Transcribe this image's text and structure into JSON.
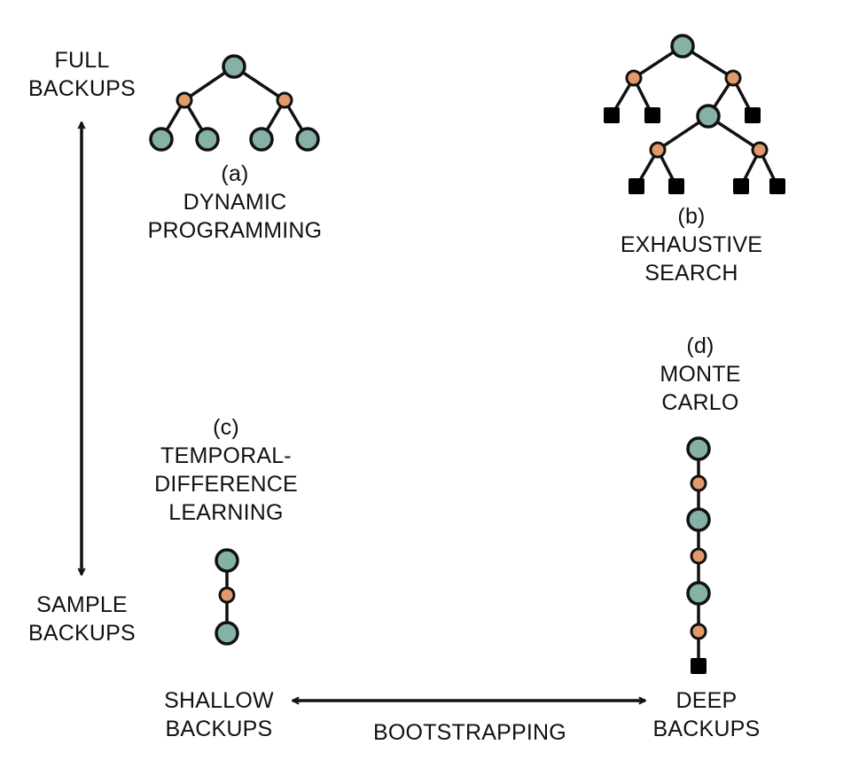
{
  "colors": {
    "state_node": "#86b1a6",
    "action_node": "#e39a6b",
    "terminal_node": "#000000",
    "stroke": "#111111"
  },
  "axis_vertical": {
    "top_label": [
      "FULL",
      "BACKUPS"
    ],
    "bottom_label": [
      "SAMPLE",
      "BACKUPS"
    ]
  },
  "axis_horizontal": {
    "left_label": [
      "SHALLOW",
      "BACKUPS"
    ],
    "right_label": [
      "DEEP",
      "BACKUPS"
    ],
    "center_label": "BOOTSTRAPPING"
  },
  "methods": {
    "a": {
      "tag": "(a)",
      "name": [
        "DYNAMIC",
        "PROGRAMMING"
      ]
    },
    "b": {
      "tag": "(b)",
      "name": [
        "EXHAUSTIVE",
        "SEARCH"
      ]
    },
    "c": {
      "tag": "(c)",
      "name": [
        "TEMPORAL-",
        "DIFFERENCE",
        "LEARNING"
      ]
    },
    "d": {
      "tag": "(d)",
      "name": [
        "MONTE",
        "CARLO"
      ]
    }
  }
}
